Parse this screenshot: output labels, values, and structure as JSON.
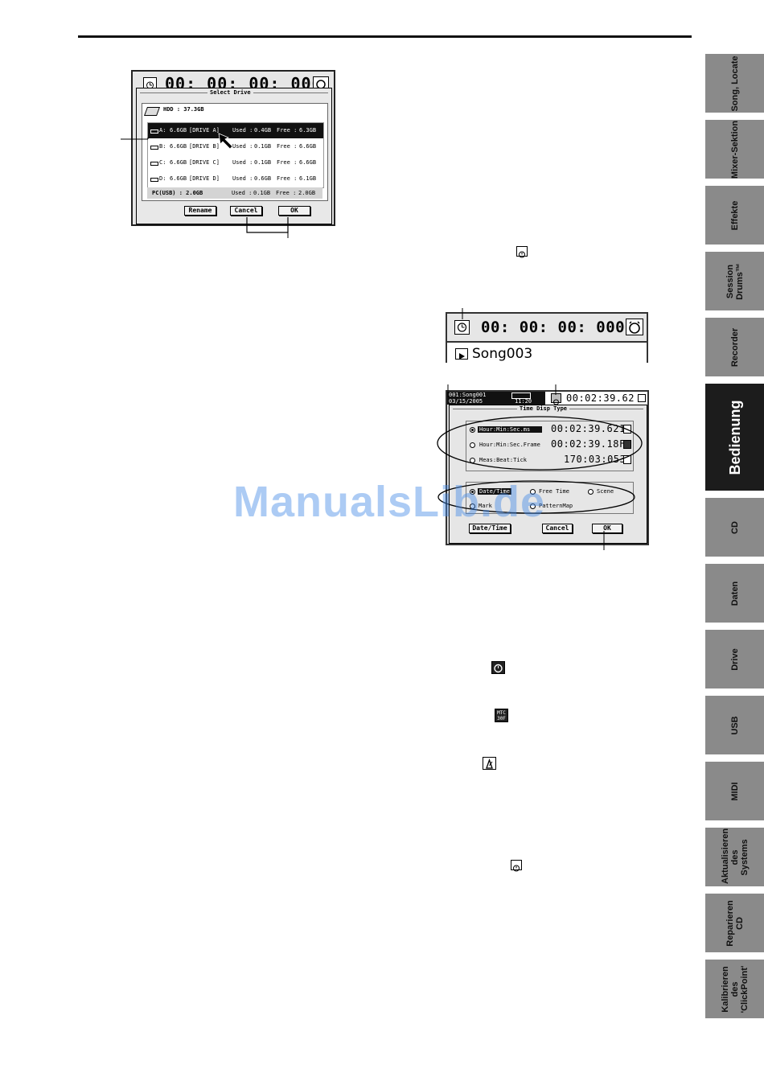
{
  "select_drive": {
    "counter": "00: 00: 00: 000",
    "title": "Select Drive",
    "hdd_label": "HDD : 37.3GB",
    "drives": [
      {
        "letter": "A:",
        "size": "6.6GB",
        "name": "[DRIVE A]",
        "used_label": "Used :",
        "used": "0.4GB",
        "free_label": "Free :",
        "free": "6.3GB",
        "selected": true
      },
      {
        "letter": "B:",
        "size": "6.6GB",
        "name": "[DRIVE B]",
        "used_label": "Used :",
        "used": "0.1GB",
        "free_label": "Free :",
        "free": "6.6GB"
      },
      {
        "letter": "C:",
        "size": "6.6GB",
        "name": "[DRIVE C]",
        "used_label": "Used :",
        "used": "0.1GB",
        "free_label": "Free :",
        "free": "6.6GB"
      },
      {
        "letter": "D:",
        "size": "6.6GB",
        "name": "[DRIVE D]",
        "used_label": "Used :",
        "used": "0.6GB",
        "free_label": "Free :",
        "free": "6.1GB"
      }
    ],
    "pc_label": "PC(USB) : 2.0GB",
    "pc_used_label": "Used :",
    "pc_used": "0.1GB",
    "pc_free_label": "Free :",
    "pc_free": "2.0GB",
    "buttons": {
      "rename": "Rename",
      "cancel": "Cancel",
      "ok": "OK"
    }
  },
  "song_display": {
    "counter": "00: 00: 00: 000",
    "song_name": "Song003"
  },
  "time_disp": {
    "song_line": "001:Song001",
    "date": "03/15/2005",
    "time": "11:20",
    "counter": "00:02:39.62",
    "title": "Time Disp Type",
    "options": [
      {
        "label": "Hour:Min:Sec.ms",
        "value": "00:02:39.621",
        "selected": true
      },
      {
        "label": "Hour:Min:Sec.Frame",
        "value": "00:02:39.18F"
      },
      {
        "label": "Meas:Beat:Tick",
        "value": "170:03:053"
      }
    ],
    "mode_options": [
      {
        "label": "Date/Time",
        "selected": true
      },
      {
        "label": "Free Time"
      },
      {
        "label": "Scene"
      },
      {
        "label": "Mark"
      },
      {
        "label": "PatternMap"
      }
    ],
    "buttons": {
      "datetime": "Date/Time",
      "cancel": "Cancel",
      "ok": "OK"
    }
  },
  "icon_mtc_text": "MTC 30F",
  "watermark": "ManualsLib.de",
  "tabs": [
    {
      "label": "Song, Locate"
    },
    {
      "label": "Mixer-Sektion"
    },
    {
      "label": "Effekte"
    },
    {
      "label": "Session Drums™"
    },
    {
      "label": "Recorder"
    },
    {
      "label": "Bedienung",
      "active": true
    },
    {
      "label": "CD"
    },
    {
      "label": "Daten"
    },
    {
      "label": "Drive"
    },
    {
      "label": "USB"
    },
    {
      "label": "MIDI"
    },
    {
      "label": "Aktualisieren des Systems"
    },
    {
      "label": "Reparieren CD"
    },
    {
      "label": "Kalibrieren des 'ClickPoint'"
    }
  ],
  "colors": {
    "lcd_bg": "#e6e6e6",
    "tab_gray": "#8a8a8a",
    "tab_active": "#1c1c1c",
    "watermark": "#468ce6"
  }
}
